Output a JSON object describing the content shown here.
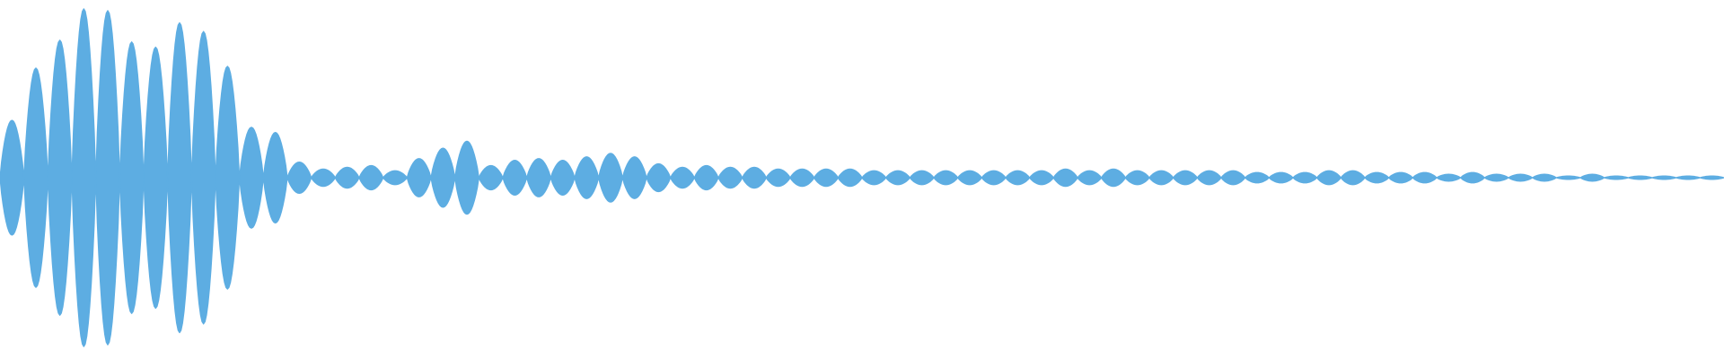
{
  "waveform": {
    "fill_color": "#5DADE2",
    "background_color": "#FFFFFF",
    "normalized_peak_amplitudes": [
      0.33,
      0.63,
      0.79,
      0.97,
      0.96,
      0.78,
      0.75,
      0.89,
      0.84,
      0.64,
      0.29,
      0.26,
      0.09,
      0.05,
      0.06,
      0.07,
      0.04,
      0.11,
      0.17,
      0.21,
      0.07,
      0.1,
      0.11,
      0.1,
      0.12,
      0.14,
      0.12,
      0.08,
      0.06,
      0.07,
      0.06,
      0.06,
      0.05,
      0.05,
      0.05,
      0.05,
      0.04,
      0.04,
      0.04,
      0.04,
      0.04,
      0.04,
      0.04,
      0.04,
      0.05,
      0.04,
      0.05,
      0.04,
      0.04,
      0.04,
      0.04,
      0.04,
      0.03,
      0.03,
      0.03,
      0.04,
      0.04,
      0.03,
      0.03,
      0.03,
      0.02,
      0.03,
      0.02,
      0.02,
      0.02,
      0.01,
      0.02,
      0.01,
      0.01,
      0.01,
      0.01,
      0.01
    ]
  }
}
